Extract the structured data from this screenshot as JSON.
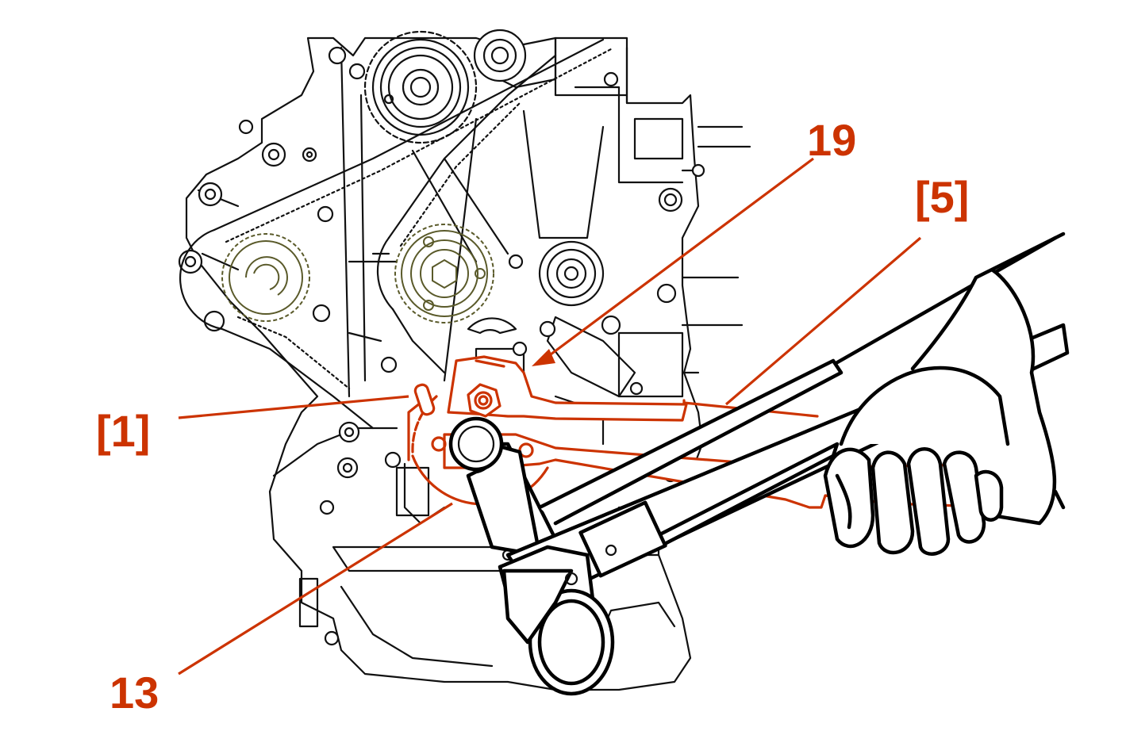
{
  "colors": {
    "callout": "#cc3300",
    "line_art": "#111111",
    "background": "#ffffff",
    "sprocket": "#5a5a2a"
  },
  "callouts": {
    "c19": "19",
    "c5": "[5]",
    "c1": "[1]",
    "c13": "13"
  }
}
